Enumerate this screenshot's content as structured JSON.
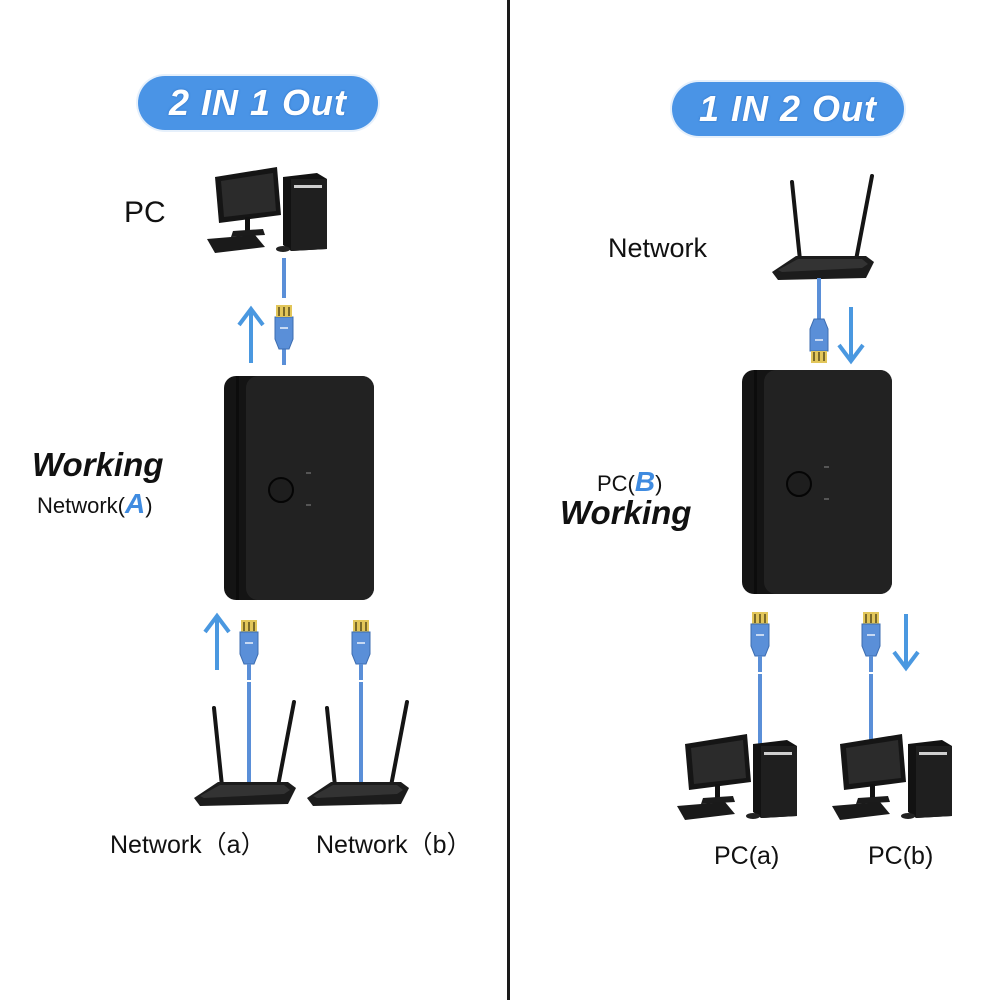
{
  "colors": {
    "accent_blue": "#4a94e6",
    "cable_blue": "#5a8fd8",
    "arrow_blue": "#4a98e0",
    "device_black": "#1c1c1c",
    "divider": "#1a1a1a",
    "connector_gold": "#e2c65a"
  },
  "left_panel": {
    "title": "2 IN 1 Out",
    "pc_label": "PC",
    "status": {
      "working": "Working",
      "target_prefix": "Network(",
      "target_letter": "A",
      "target_suffix": ")"
    },
    "inputs": [
      {
        "label": "Network（a）",
        "icon": "router-icon"
      },
      {
        "label": "Network（b）",
        "icon": "router-icon"
      }
    ],
    "output": {
      "label": "PC",
      "icon": "desktop-pc-icon"
    },
    "arrows": [
      "up-arrow-to-pc",
      "up-arrow-from-network-a"
    ]
  },
  "right_panel": {
    "title": "1 IN 2 Out",
    "network_label": "Network",
    "status": {
      "target_prefix": "PC(",
      "target_letter": "B",
      "target_suffix": ")",
      "working": "Working"
    },
    "outputs": [
      {
        "label": "PC(a)",
        "icon": "desktop-pc-icon"
      },
      {
        "label": "PC(b)",
        "icon": "desktop-pc-icon"
      }
    ],
    "input": {
      "label": "Network",
      "icon": "router-icon"
    },
    "arrows": [
      "down-arrow-from-network",
      "down-arrow-to-pc-b"
    ]
  }
}
